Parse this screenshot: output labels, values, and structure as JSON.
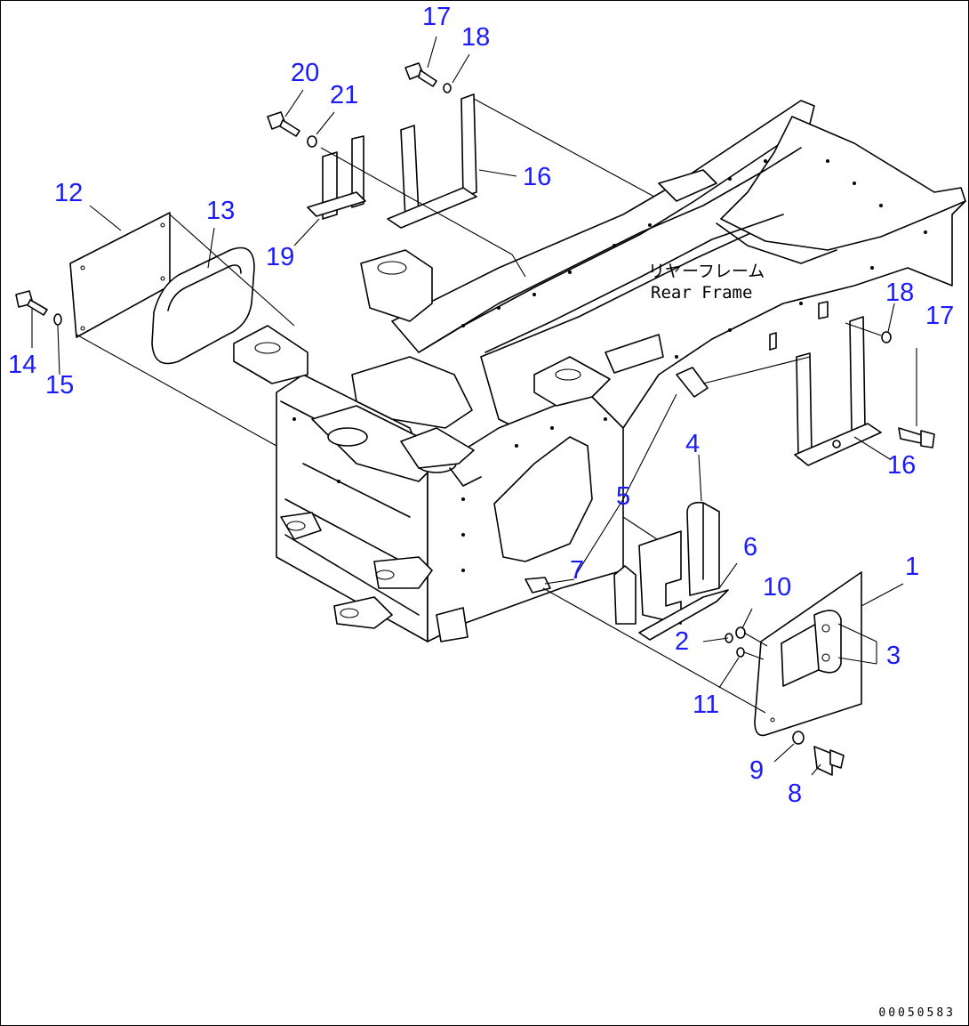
{
  "frame_label": {
    "japanese": "リヤーフレーム",
    "english": "Rear Frame"
  },
  "drawing_code": "00050583",
  "part_numbers": {
    "p1": "1",
    "p2": "2",
    "p3": "3",
    "p4": "4",
    "p5": "5",
    "p6": "6",
    "p7": "7",
    "p8": "8",
    "p9": "9",
    "p10": "10",
    "p11": "11",
    "p12": "12",
    "p13": "13",
    "p14": "14",
    "p15": "15",
    "p16a": "16",
    "p16b": "16",
    "p17a": "17",
    "p17b": "17",
    "p18a": "18",
    "p18b": "18",
    "p19": "19",
    "p20": "20",
    "p21": "21"
  },
  "colors": {
    "callout_text": "#1a1aff",
    "line_art": "#000000",
    "background": "#ffffff"
  }
}
